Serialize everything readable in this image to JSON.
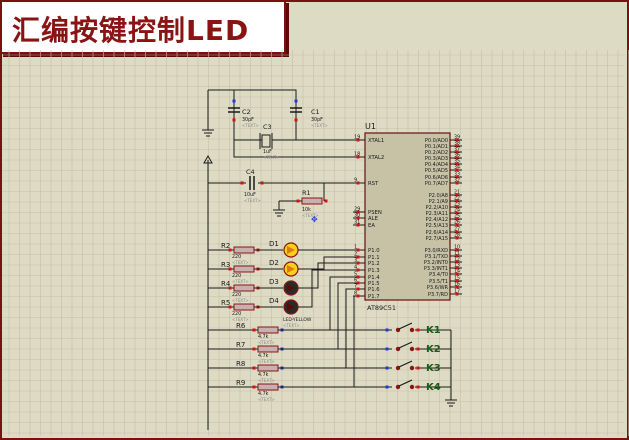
{
  "title": "汇编按键控制LED",
  "colors": {
    "frame": "#7a1010",
    "wire": "#1a1a1a",
    "chip_fill": "#c7c2a6",
    "resistor_fill": "#c8b0b0",
    "resistor_stroke": "#8a1414",
    "led_on": "#f5d21a",
    "led_off": "#2a2a2a",
    "pin_blue": "#1f3ad0",
    "pin_red": "#d01414",
    "button_label": "#1a5a1a"
  },
  "chip": {
    "ref": "U1",
    "part": "AT89C51",
    "left_pins": [
      {
        "num": "19",
        "name": "XTAL1"
      },
      {
        "num": "18",
        "name": "XTAL2"
      },
      {
        "num": "9",
        "name": "RST"
      },
      {
        "num": "29",
        "name": "PSEN"
      },
      {
        "num": "30",
        "name": "ALE"
      },
      {
        "num": "31",
        "name": "EA"
      },
      {
        "num": "1",
        "name": "P1.0"
      },
      {
        "num": "2",
        "name": "P1.1"
      },
      {
        "num": "3",
        "name": "P1.2"
      },
      {
        "num": "4",
        "name": "P1.3"
      },
      {
        "num": "5",
        "name": "P1.4"
      },
      {
        "num": "6",
        "name": "P1.5"
      },
      {
        "num": "7",
        "name": "P1.6"
      },
      {
        "num": "8",
        "name": "P1.7"
      }
    ],
    "right_pins": [
      {
        "num": "39",
        "name": "P0.0/AD0"
      },
      {
        "num": "38",
        "name": "P0.1/AD1"
      },
      {
        "num": "37",
        "name": "P0.2/AD2"
      },
      {
        "num": "36",
        "name": "P0.3/AD3"
      },
      {
        "num": "35",
        "name": "P0.4/AD4"
      },
      {
        "num": "34",
        "name": "P0.5/AD5"
      },
      {
        "num": "33",
        "name": "P0.6/AD6"
      },
      {
        "num": "32",
        "name": "P0.7/AD7"
      },
      {
        "num": "21",
        "name": "P2.0/A8"
      },
      {
        "num": "22",
        "name": "P2.1/A9"
      },
      {
        "num": "23",
        "name": "P2.2/A10"
      },
      {
        "num": "24",
        "name": "P2.3/A11"
      },
      {
        "num": "25",
        "name": "P2.4/A12"
      },
      {
        "num": "26",
        "name": "P2.5/A13"
      },
      {
        "num": "27",
        "name": "P2.6/A14"
      },
      {
        "num": "28",
        "name": "P2.7/A15"
      },
      {
        "num": "10",
        "name": "P3.0/RXD"
      },
      {
        "num": "11",
        "name": "P3.1/TXD"
      },
      {
        "num": "12",
        "name": "P3.2/INT0"
      },
      {
        "num": "13",
        "name": "P3.3/INT1"
      },
      {
        "num": "14",
        "name": "P3.4/T0"
      },
      {
        "num": "15",
        "name": "P3.5/T1"
      },
      {
        "num": "16",
        "name": "P3.6/WR"
      },
      {
        "num": "17",
        "name": "P3.7/RD"
      }
    ]
  },
  "crystal": {
    "ref": "C3",
    "value": "1uF",
    "placeholder": "<TEXT>"
  },
  "capacitors": [
    {
      "ref": "C2",
      "value": "30pF",
      "placeholder": "<TEXT>"
    },
    {
      "ref": "C1",
      "value": "30pF",
      "placeholder": "<TEXT>"
    },
    {
      "ref": "C4",
      "value": "10uF",
      "placeholder": "<TEXT>"
    }
  ],
  "reset_resistor": {
    "ref": "R1",
    "value": "10k",
    "placeholder": "<TEXT>"
  },
  "led_resistors": [
    {
      "ref": "R2",
      "value": "220",
      "placeholder": "<TEXT>"
    },
    {
      "ref": "R3",
      "value": "220",
      "placeholder": "<TEXT>"
    },
    {
      "ref": "R4",
      "value": "220",
      "placeholder": "<TEXT>"
    },
    {
      "ref": "R5",
      "value": "220",
      "placeholder": "<TEXT>"
    }
  ],
  "leds": [
    {
      "ref": "D1",
      "lit": true
    },
    {
      "ref": "D2",
      "lit": true
    },
    {
      "ref": "D3",
      "lit": false
    },
    {
      "ref": "D4",
      "lit": false
    }
  ],
  "led_part": "LED-YELLOW",
  "button_resistors": [
    {
      "ref": "R6",
      "value": "4.7k",
      "placeholder": "<TEXT>"
    },
    {
      "ref": "R7",
      "value": "4.7k",
      "placeholder": "<TEXT>"
    },
    {
      "ref": "R8",
      "value": "4.7k",
      "placeholder": "<TEXT>"
    },
    {
      "ref": "R9",
      "value": "4.7k",
      "placeholder": "<TEXT>"
    }
  ],
  "buttons": [
    {
      "ref": "K1"
    },
    {
      "ref": "K2"
    },
    {
      "ref": "K3"
    },
    {
      "ref": "K4"
    }
  ]
}
